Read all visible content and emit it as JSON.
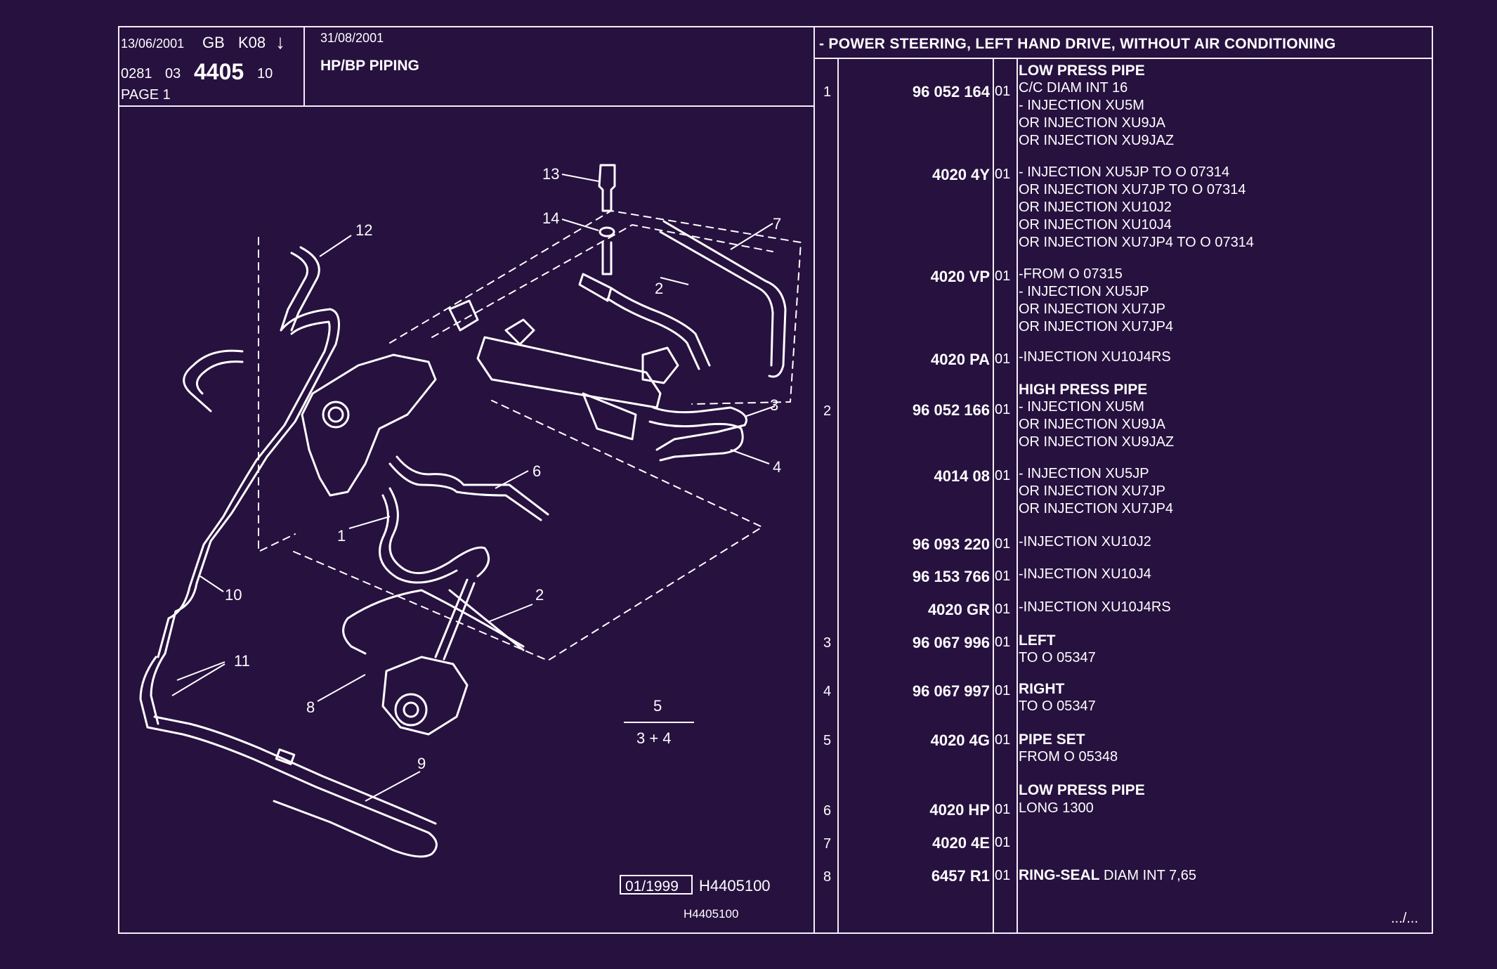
{
  "header": {
    "print_date": "13/06/2001",
    "lang": "GB",
    "code": "K08",
    "arrow": "↓",
    "ref_prefix": "0281",
    "ref_group": "03",
    "ref_number": "4405",
    "ref_suffix": "10",
    "page": "PAGE 1",
    "update_date": "31/08/2001",
    "section_title": "HP/BP PIPING",
    "table_title": "- POWER STEERING, LEFT HAND DRIVE, WITHOUT AIR CONDITIONING"
  },
  "diagram": {
    "callouts": [
      "13",
      "14",
      "12",
      "7",
      "2",
      "3",
      "4",
      "6",
      "1",
      "10",
      "2",
      "11",
      "8",
      "9",
      "5"
    ],
    "formula": "3 + 4",
    "stamp_date": "01/1999",
    "stamp_code": "H4405100",
    "figure_code": "H4405100"
  },
  "parts": [
    {
      "idx": "1",
      "ref": "96 052 164",
      "qty": "01",
      "lines": [
        "LOW PRESS PIPE",
        "C/C DIAM INT 16",
        "-      INJECTION XU5M",
        "OR INJECTION XU9JA",
        "OR INJECTION XU9JAZ"
      ]
    },
    {
      "idx": "",
      "ref": "4020 4Y",
      "qty": "01",
      "lines": [
        "-      INJECTION XU5JP TO  O  07314",
        "OR INJECTION XU7JP TO  O  07314",
        "OR INJECTION XU10J2",
        "OR INJECTION XU10J4",
        "OR INJECTION XU7JP4 TO  O  07314"
      ]
    },
    {
      "idx": "",
      "ref": "4020 VP",
      "qty": "01",
      "lines": [
        "-FROM  O  07315",
        "-      INJECTION XU5JP",
        "OR INJECTION XU7JP",
        "OR INJECTION XU7JP4"
      ]
    },
    {
      "idx": "",
      "ref": "4020 PA",
      "qty": "01",
      "lines": [
        "-INJECTION XU10J4RS"
      ]
    },
    {
      "idx": "2",
      "ref": "96 052 166",
      "qty": "01",
      "lines": [
        "HIGH PRESS PIPE",
        "-      INJECTION XU5M",
        "OR INJECTION XU9JA",
        "OR INJECTION XU9JAZ"
      ]
    },
    {
      "idx": "",
      "ref": "4014 08",
      "qty": "01",
      "lines": [
        "-      INJECTION XU5JP",
        "OR INJECTION XU7JP",
        "OR INJECTION XU7JP4"
      ]
    },
    {
      "idx": "",
      "ref": "96 093 220",
      "qty": "01",
      "lines": [
        "-INJECTION XU10J2"
      ]
    },
    {
      "idx": "",
      "ref": "96 153 766",
      "qty": "01",
      "lines": [
        "-INJECTION XU10J4"
      ]
    },
    {
      "idx": "",
      "ref": "4020 GR",
      "qty": "01",
      "lines": [
        "-INJECTION XU10J4RS"
      ]
    },
    {
      "idx": "3",
      "ref": "96 067 996",
      "qty": "01",
      "lines": [
        "LEFT",
        "TO  O  05347"
      ]
    },
    {
      "idx": "4",
      "ref": "96 067 997",
      "qty": "01",
      "lines": [
        "RIGHT",
        "TO  O  05347"
      ]
    },
    {
      "idx": "5",
      "ref": "4020 4G",
      "qty": "01",
      "lines": [
        "PIPE SET",
        "FROM  O  05348"
      ]
    },
    {
      "idx": "6",
      "ref": "4020 HP",
      "qty": "01",
      "lines": [
        "LONG 1300"
      ]
    },
    {
      "idx": "7",
      "ref": "4020 4E",
      "qty": "01",
      "lines": []
    },
    {
      "idx": "8",
      "ref": "6457 R1",
      "qty": "01",
      "lines": [
        "RING-SEAL DIAM INT 7,65"
      ]
    }
  ],
  "part6_heading": "LOW PRESS PIPE",
  "part8_bold": "RING-SEAL",
  "part8_rest": " DIAM INT 7,65",
  "continued": ".../...",
  "colors": {
    "background": "#27113f",
    "ink": "#ffffff"
  }
}
